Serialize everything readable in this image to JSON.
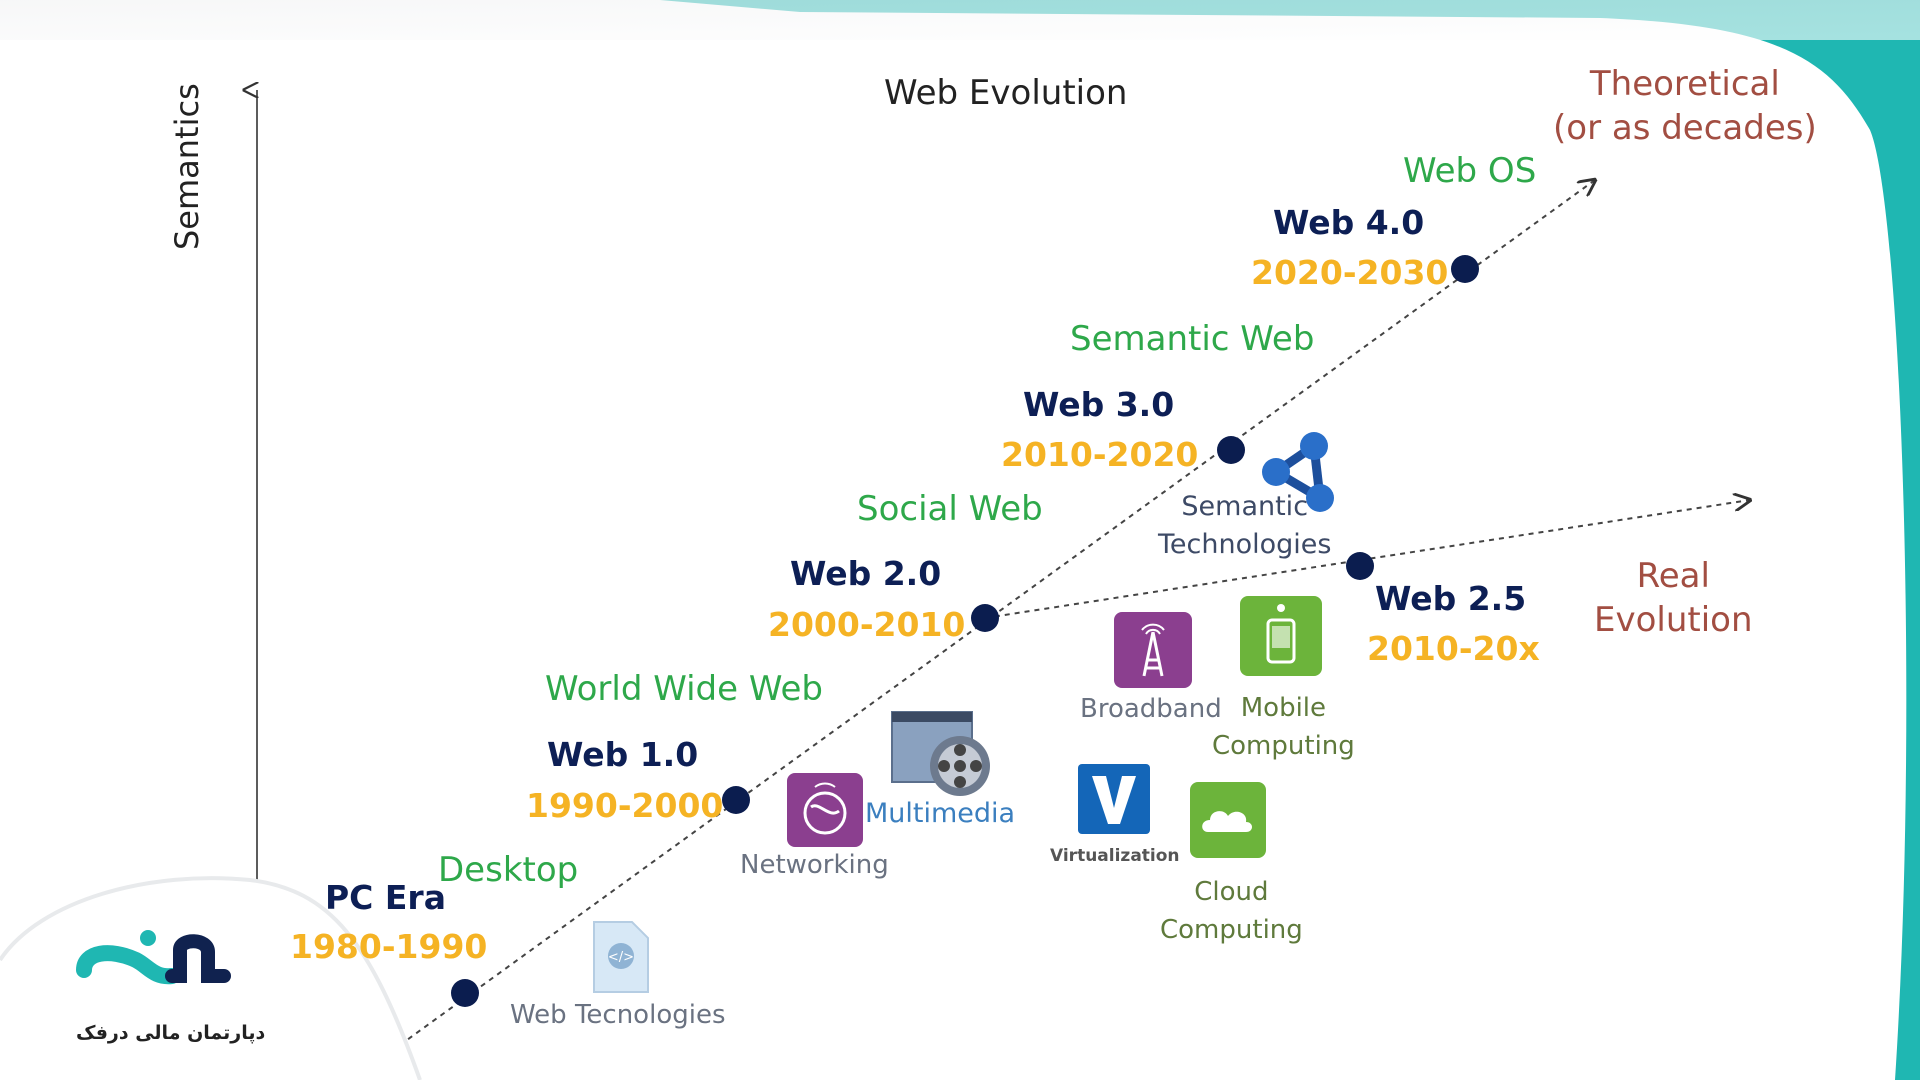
{
  "title": "Web Evolution",
  "axis": {
    "y_label": "Semantics"
  },
  "stages": [
    {
      "name": "PC Era",
      "years": "1980-1990",
      "theme": "Desktop"
    },
    {
      "name": "Web 1.0",
      "years": "1990-2000",
      "theme": "World Wide Web"
    },
    {
      "name": "Web 2.0",
      "years": "2000-2010",
      "theme": "Social Web"
    },
    {
      "name": "Web 3.0",
      "years": "2010-2020",
      "theme": "Semantic Web"
    },
    {
      "name": "Web 4.0",
      "years": "2020-2030",
      "theme": "Web OS"
    }
  ],
  "branch": {
    "name": "Web 2.5",
    "years": "2010-20x"
  },
  "trend_labels": {
    "theoretical": "Theoretical\n(or as decades)",
    "real": "Real\nEvolution"
  },
  "technologies": {
    "web": "Web Tecnologies",
    "networking": "Networking",
    "multimedia": "Multimedia",
    "semantic": "Semantic\nTechnologies",
    "broadband": "Broadband",
    "mobile": "Mobile\nComputing",
    "virtualization": "Virtualization",
    "cloud": "Cloud\nComputing"
  },
  "logo": {
    "text": "دپارتمان مالی درفک"
  },
  "colors": {
    "teal": "#1fb7b2",
    "navy": "#0b1d4f",
    "gold": "#f5b324",
    "green": "#2ea84a",
    "red": "#a24e42",
    "purple": "#8b3f8f",
    "lime": "#6cb43b"
  },
  "icons": [
    "globe-icon",
    "film-reel-icon",
    "antenna-icon",
    "phone-icon",
    "v-logo-icon",
    "cloud-icon",
    "network-nodes-icon",
    "document-icon",
    "brand-logo-icon"
  ]
}
